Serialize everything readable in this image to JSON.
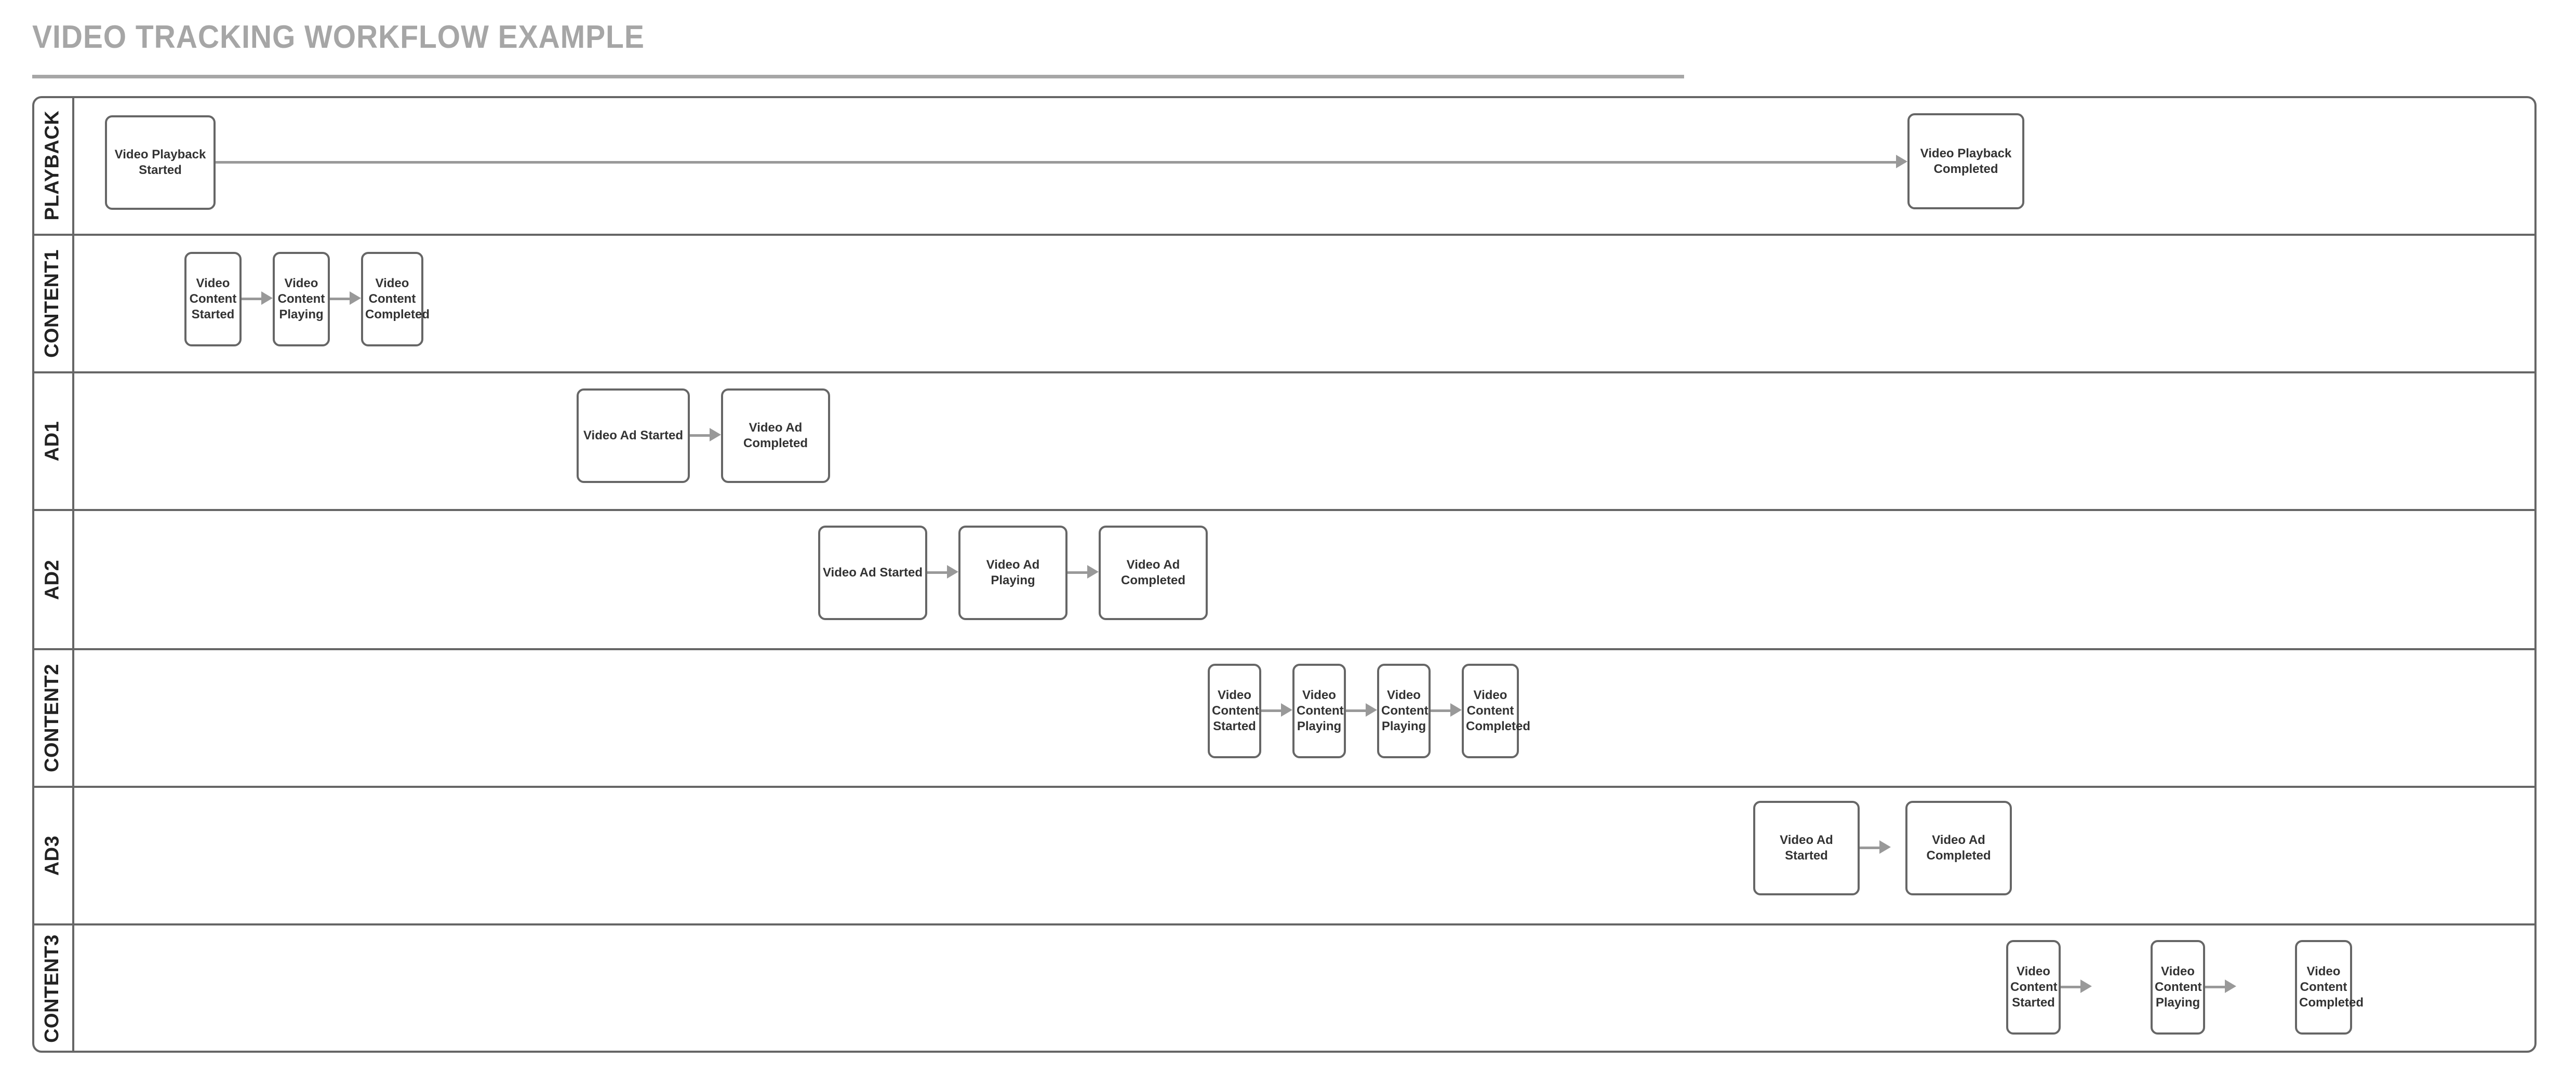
{
  "title": "VIDEO TRACKING WORKFLOW EXAMPLE",
  "colors": {
    "title": "#a6a6a6",
    "lane_border": "#666666",
    "task_border": "#666666",
    "task_text": "#333333",
    "connector": "#999999",
    "background": "#ffffff"
  },
  "diagram": {
    "type": "swimlane-flowchart",
    "lane_count": 7,
    "lanes": [
      {
        "label": "PLAYBACK",
        "tasks": [
          {
            "text": "Video Playback Started"
          },
          {
            "text": "Video Playback Completed"
          }
        ],
        "connections": [
          {
            "from": "Video Playback Started",
            "to": "Video Playback Completed"
          }
        ]
      },
      {
        "label": "CONTENT1",
        "tasks": [
          {
            "text": "Video Content Started"
          },
          {
            "text": "Video Content Playing"
          },
          {
            "text": "Video Content Completed"
          }
        ],
        "connections": [
          {
            "from": "Video Content Started",
            "to": "Video Content Playing"
          },
          {
            "from": "Video Content Playing",
            "to": "Video Content Completed"
          }
        ]
      },
      {
        "label": "AD1",
        "tasks": [
          {
            "text": "Video Ad Started"
          },
          {
            "text": "Video Ad Completed"
          }
        ],
        "connections": [
          {
            "from": "Video Ad Started",
            "to": "Video Ad Completed"
          }
        ]
      },
      {
        "label": "AD2",
        "tasks": [
          {
            "text": "Video Ad Started"
          },
          {
            "text": "Video Ad Playing"
          },
          {
            "text": "Video Ad Completed"
          }
        ],
        "connections": [
          {
            "from": "Video Ad Started",
            "to": "Video Ad Playing"
          },
          {
            "from": "Video Ad Playing",
            "to": "Video Ad Completed"
          }
        ]
      },
      {
        "label": "CONTENT2",
        "tasks": [
          {
            "text": "Video Content Started"
          },
          {
            "text": "Video Content Playing"
          },
          {
            "text": "Video Content Playing"
          },
          {
            "text": "Video Content Completed"
          }
        ],
        "connections": [
          {
            "from": "Video Content Started",
            "to": "Video Content Playing"
          },
          {
            "from": "Video Content Playing",
            "to": "Video Content Playing"
          },
          {
            "from": "Video Content Playing",
            "to": "Video Content Completed"
          }
        ]
      },
      {
        "label": "AD3",
        "tasks": [
          {
            "text": "Video Ad Started"
          },
          {
            "text": "Video Ad Completed"
          }
        ],
        "connections": [
          {
            "from": "Video Ad Started",
            "to": "Video Ad Completed"
          }
        ]
      },
      {
        "label": "CONTENT3",
        "tasks": [
          {
            "text": "Video Content Started"
          },
          {
            "text": "Video Content Playing"
          },
          {
            "text": "Video Content Completed"
          }
        ],
        "connections": [
          {
            "from": "Video Content Started",
            "to": "Video Content Playing"
          },
          {
            "from": "Video Content Playing",
            "to": "Video Content Completed"
          }
        ]
      }
    ]
  }
}
